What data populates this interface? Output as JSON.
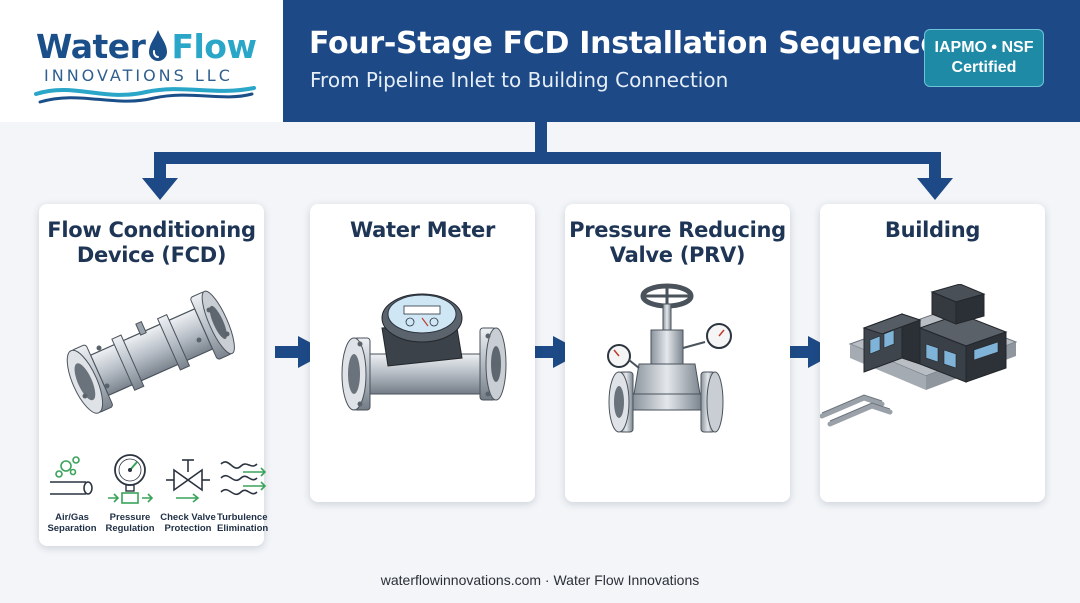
{
  "logo": {
    "word1": "Water",
    "word2": "Flow",
    "line2": "INNOVATIONS LLC",
    "colors": {
      "navy": "#1b4f8a",
      "teal": "#2aa6c9"
    }
  },
  "header": {
    "title": "Four-Stage FCD Installation Sequence",
    "subtitle": "From Pipeline Inlet to Building Connection",
    "badge": {
      "line1": "IAPMO • NSF",
      "line2": "Certified"
    },
    "colors": {
      "banner": "#1d4a86",
      "badge": "#1f8aa6"
    }
  },
  "stages": [
    {
      "title_line1": "Flow Conditioning",
      "title_line2": "Device (FCD)",
      "illustration": "fcd-pipe-spool-illustration",
      "features": [
        {
          "line1": "Air/Gas",
          "line2": "Separation",
          "icon": "air-bubbles-icon"
        },
        {
          "line1": "Pressure",
          "line2": "Regulation",
          "icon": "pressure-gauge-icon"
        },
        {
          "line1": "Check Valve",
          "line2": "Protection",
          "icon": "check-valve-icon"
        },
        {
          "line1": "Turbulence",
          "line2": "Elimination",
          "icon": "turbulence-icon"
        }
      ]
    },
    {
      "title_line1": "Water Meter",
      "title_line2": "",
      "illustration": "water-meter-illustration"
    },
    {
      "title_line1": "Pressure Reducing",
      "title_line2": "Valve (PRV)",
      "illustration": "prv-valve-illustration"
    },
    {
      "title_line1": "Building",
      "title_line2": "",
      "illustration": "building-illustration"
    }
  ],
  "footer": {
    "text": "waterflowinnovations.com · Water Flow Innovations"
  },
  "colors": {
    "arrow": "#1d4a86",
    "card": "#ffffff",
    "background": "#f3f5f8"
  }
}
